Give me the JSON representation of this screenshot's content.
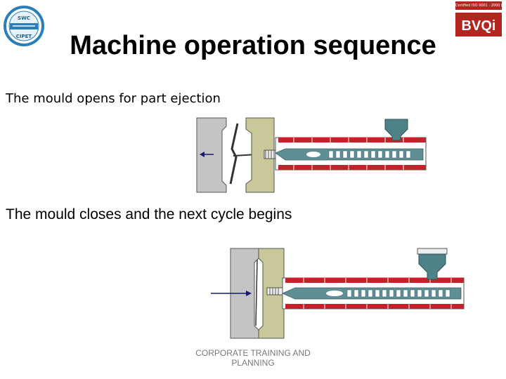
{
  "slide": {
    "title": "Machine operation sequence",
    "steps": [
      {
        "caption": "The mould opens for part ejection"
      },
      {
        "caption": "The mould closes and the next cycle begins"
      }
    ],
    "footer": "CORPORATE TRAINING AND PLANNING",
    "certification": "Certified ISO 9001 : 2000 Inc",
    "logo_left_text": [
      "SWC",
      "CIPET"
    ],
    "logo_right_text": "BVQi"
  },
  "colors": {
    "mould_fixed": "#c9c89a",
    "mould_moving": "#c4c4c4",
    "barrel_red": "#c8202a",
    "screw_teal": "#5f8f95",
    "hopper_teal": "#4f8287",
    "arrow_navy": "#1a1a6e",
    "brand_red": "#b3251f"
  }
}
